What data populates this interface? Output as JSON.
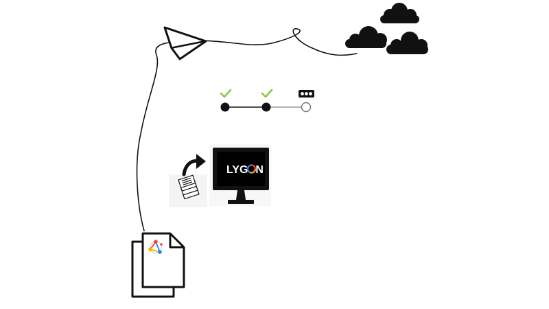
{
  "diagram": {
    "monitor": {
      "logo_part1": "LYG",
      "logo_part2": "N"
    },
    "progress": {
      "steps": [
        {
          "state": "done"
        },
        {
          "state": "done"
        },
        {
          "state": "pending"
        }
      ]
    },
    "colors": {
      "stroke": "#111111",
      "check": "#8cc63f",
      "pending": "#999999",
      "logo_ring_red": "#e53935",
      "logo_ring_orange": "#f5a623",
      "logo_ring_blue": "#3b7dd8",
      "doc_icon_red": "#e8453c",
      "doc_icon_yellow": "#f7b500",
      "doc_icon_blue": "#2f80ed"
    },
    "icons": {
      "plane": "paper-plane-icon",
      "clouds": "cloud-icon",
      "stack": "document-stack-icon",
      "arrow": "curved-arrow-icon",
      "monitor": "monitor-icon",
      "documents": "document-icon"
    }
  }
}
